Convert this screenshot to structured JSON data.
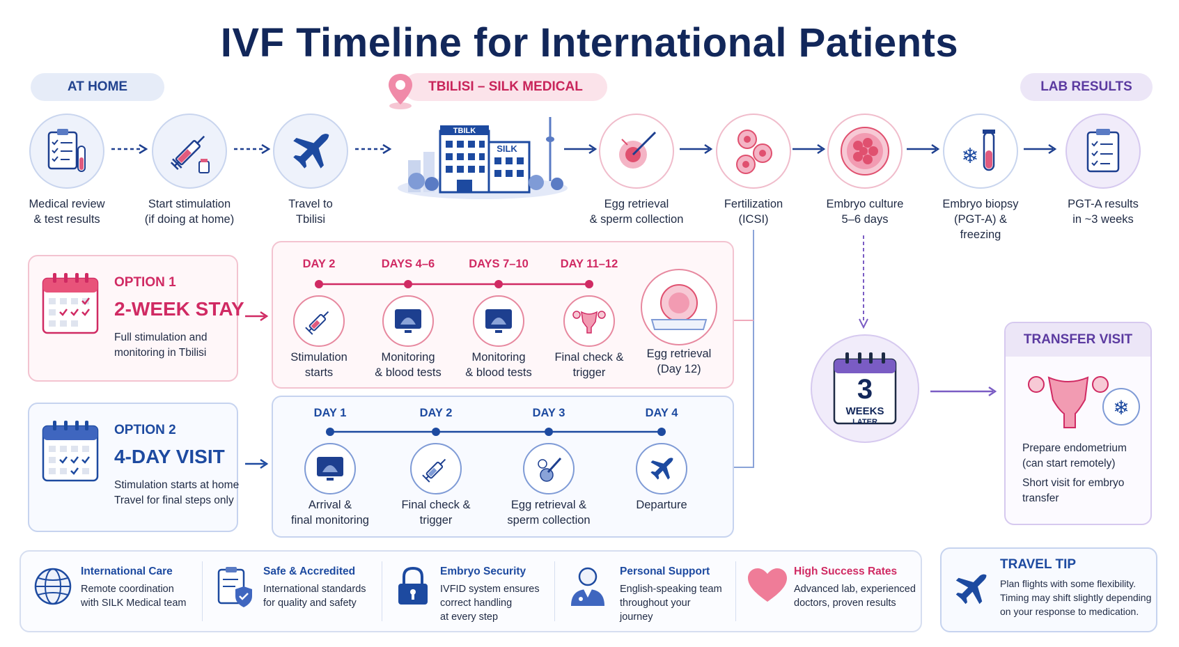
{
  "title": "IVF Timeline for International Patients",
  "phases": {
    "home": "AT HOME",
    "tbilisi": "TBILISI – SILK MEDICAL",
    "lab": "LAB RESULTS"
  },
  "steps": [
    {
      "line1": "Medical review",
      "line2": "& test results",
      "icon": "clipboard-icon"
    },
    {
      "line1": "Start stimulation",
      "line2": "(if doing at home)",
      "icon": "syringe-icon"
    },
    {
      "line1": "Travel to",
      "line2": "Tbilisi",
      "icon": "airplane-icon"
    },
    {
      "line1": "Egg retrieval",
      "line2": "& sperm collection",
      "icon": "egg-retrieval-icon"
    },
    {
      "line1": "Fertilization",
      "line2": "(ICSI)",
      "icon": "cells-icon"
    },
    {
      "line1": "Embryo culture",
      "line2": "5–6 days",
      "icon": "embryo-icon"
    },
    {
      "line1": "Embryo biopsy",
      "line2": "(PGT-A) &",
      "line3": "freezing",
      "icon": "freezing-icon"
    },
    {
      "line1": "PGT-A results",
      "line2": "in ~3 weeks",
      "icon": "results-clipboard-icon"
    }
  ],
  "clinic": {
    "sign1": "TBILK",
    "sign2": "SILK"
  },
  "option1": {
    "label": "OPTION 1",
    "title": "2-WEEK STAY",
    "desc1": "Full stimulation and",
    "desc2": "monitoring in Tbilisi",
    "days": [
      "DAY 2",
      "DAYS 4–6",
      "DAYS 7–10",
      "DAY 11–12"
    ],
    "steps": [
      {
        "line1": "Stimulation",
        "line2": "starts",
        "icon": "syringe-icon"
      },
      {
        "line1": "Monitoring",
        "line2": "& blood tests",
        "icon": "ultrasound-monitor-icon"
      },
      {
        "line1": "Monitoring",
        "line2": "& blood tests",
        "icon": "ultrasound-monitor-icon"
      },
      {
        "line1": "Final check &",
        "line2": "trigger",
        "icon": "uterus-icon"
      },
      {
        "line1": "Egg retrieval",
        "line2": "(Day 12)",
        "icon": "egg-dish-icon"
      }
    ]
  },
  "option2": {
    "label": "OPTION 2",
    "title": "4-DAY VISIT",
    "desc1": "Stimulation starts at home",
    "desc2": "Travel for final steps only",
    "days": [
      "DAY 1",
      "DAY 2",
      "DAY 3",
      "DAY 4"
    ],
    "steps": [
      {
        "line1": "Arrival &",
        "line2": "final monitoring",
        "icon": "ultrasound-monitor-icon"
      },
      {
        "line1": "Final check &",
        "line2": "trigger",
        "icon": "syringe-icon"
      },
      {
        "line1": "Egg retrieval &",
        "line2": "sperm collection",
        "icon": "egg-retrieval-icon"
      },
      {
        "line1": "Departure",
        "line2": "",
        "icon": "airplane-icon"
      }
    ]
  },
  "wait": {
    "number": "3",
    "unit": "WEEKS",
    "sub": "LATER"
  },
  "transfer": {
    "title": "TRANSFER VISIT",
    "line1": "Prepare endometrium",
    "line2": "(can start remotely)",
    "line3": "Short visit for embryo",
    "line4": "transfer"
  },
  "features": [
    {
      "title": "International Care",
      "line1": "Remote coordination",
      "line2": "with SILK Medical team",
      "line3": "",
      "icon": "globe-icon"
    },
    {
      "title": "Safe & Accredited",
      "line1": "International standards",
      "line2": "for quality and safety",
      "line3": "",
      "icon": "shield-check-icon"
    },
    {
      "title": "Embryo Security",
      "line1": "IVFID system ensures",
      "line2": "correct handling",
      "line3": "at every step",
      "icon": "lock-icon"
    },
    {
      "title": "Personal Support",
      "line1": "English-speaking team",
      "line2": "throughout your",
      "line3": "journey",
      "icon": "doctor-icon"
    },
    {
      "title": "High Success Rates",
      "line1": "Advanced lab, experienced",
      "line2": "doctors, proven results",
      "line3": "",
      "icon": "heart-icon"
    }
  ],
  "tip": {
    "title": "TRAVEL TIP",
    "line1": "Plan flights with some flexibility.",
    "line2": "Timing may shift slightly depending",
    "line3": "on your response to medication."
  },
  "colors": {
    "navy": "#12275a",
    "blue": "#1d4aa0",
    "pink": "#d02a63",
    "purple": "#5b3aa0"
  }
}
